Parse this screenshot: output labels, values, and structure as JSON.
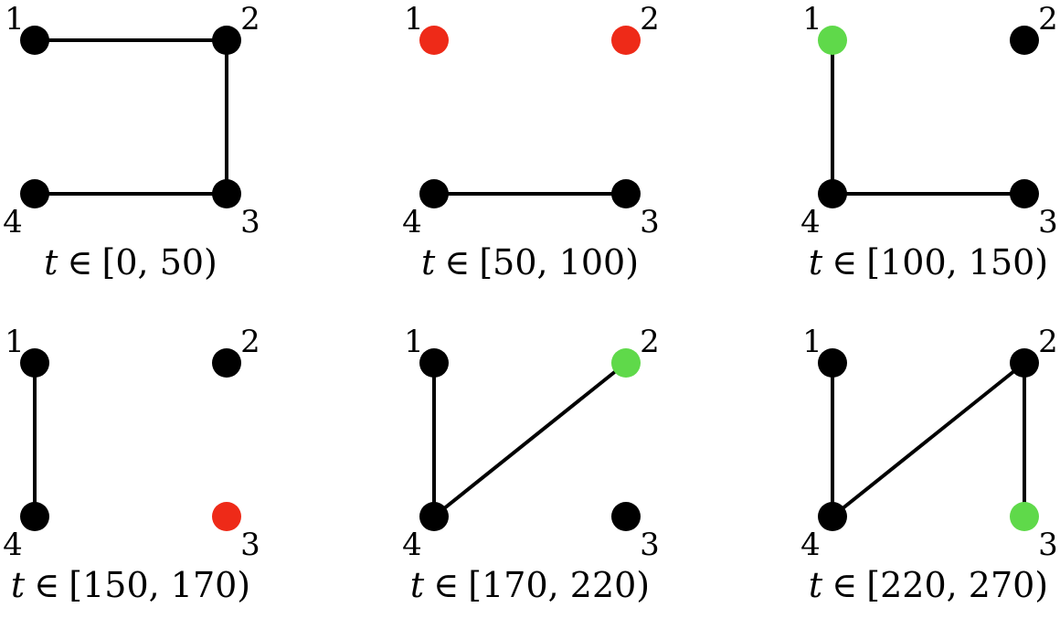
{
  "colors": {
    "default_node": "#000000",
    "red_node": "#ee2a18",
    "green_node": "#5fd94a",
    "edge": "#000000"
  },
  "panels": [
    {
      "id": "panel-1",
      "caption": {
        "var": "t",
        "rel": "∈",
        "interval": "[0, 50)"
      },
      "nodes": [
        {
          "id": "1",
          "label": "1",
          "state": "default"
        },
        {
          "id": "2",
          "label": "2",
          "state": "default"
        },
        {
          "id": "3",
          "label": "3",
          "state": "default"
        },
        {
          "id": "4",
          "label": "4",
          "state": "default"
        }
      ],
      "edges": [
        [
          "1",
          "2"
        ],
        [
          "2",
          "3"
        ],
        [
          "4",
          "3"
        ]
      ]
    },
    {
      "id": "panel-2",
      "caption": {
        "var": "t",
        "rel": "∈",
        "interval": "[50, 100)"
      },
      "nodes": [
        {
          "id": "1",
          "label": "1",
          "state": "red"
        },
        {
          "id": "2",
          "label": "2",
          "state": "red"
        },
        {
          "id": "3",
          "label": "3",
          "state": "default"
        },
        {
          "id": "4",
          "label": "4",
          "state": "default"
        }
      ],
      "edges": [
        [
          "4",
          "3"
        ]
      ]
    },
    {
      "id": "panel-3",
      "caption": {
        "var": "t",
        "rel": "∈",
        "interval": "[100, 150)"
      },
      "nodes": [
        {
          "id": "1",
          "label": "1",
          "state": "green"
        },
        {
          "id": "2",
          "label": "2",
          "state": "default"
        },
        {
          "id": "3",
          "label": "3",
          "state": "default"
        },
        {
          "id": "4",
          "label": "4",
          "state": "default"
        }
      ],
      "edges": [
        [
          "1",
          "4"
        ],
        [
          "4",
          "3"
        ]
      ]
    },
    {
      "id": "panel-4",
      "caption": {
        "var": "t",
        "rel": "∈",
        "interval": "[150, 170)"
      },
      "nodes": [
        {
          "id": "1",
          "label": "1",
          "state": "default"
        },
        {
          "id": "2",
          "label": "2",
          "state": "default"
        },
        {
          "id": "3",
          "label": "3",
          "state": "red"
        },
        {
          "id": "4",
          "label": "4",
          "state": "default"
        }
      ],
      "edges": [
        [
          "1",
          "4"
        ]
      ]
    },
    {
      "id": "panel-5",
      "caption": {
        "var": "t",
        "rel": "∈",
        "interval": "[170, 220)"
      },
      "nodes": [
        {
          "id": "1",
          "label": "1",
          "state": "default"
        },
        {
          "id": "2",
          "label": "2",
          "state": "green"
        },
        {
          "id": "3",
          "label": "3",
          "state": "default"
        },
        {
          "id": "4",
          "label": "4",
          "state": "default"
        }
      ],
      "edges": [
        [
          "1",
          "4"
        ],
        [
          "4",
          "2"
        ]
      ]
    },
    {
      "id": "panel-6",
      "caption": {
        "var": "t",
        "rel": "∈",
        "interval": "[220, 270)"
      },
      "nodes": [
        {
          "id": "1",
          "label": "1",
          "state": "default"
        },
        {
          "id": "2",
          "label": "2",
          "state": "default"
        },
        {
          "id": "3",
          "label": "3",
          "state": "green"
        },
        {
          "id": "4",
          "label": "4",
          "state": "default"
        }
      ],
      "edges": [
        [
          "1",
          "4"
        ],
        [
          "4",
          "2"
        ],
        [
          "2",
          "3"
        ]
      ]
    }
  ]
}
